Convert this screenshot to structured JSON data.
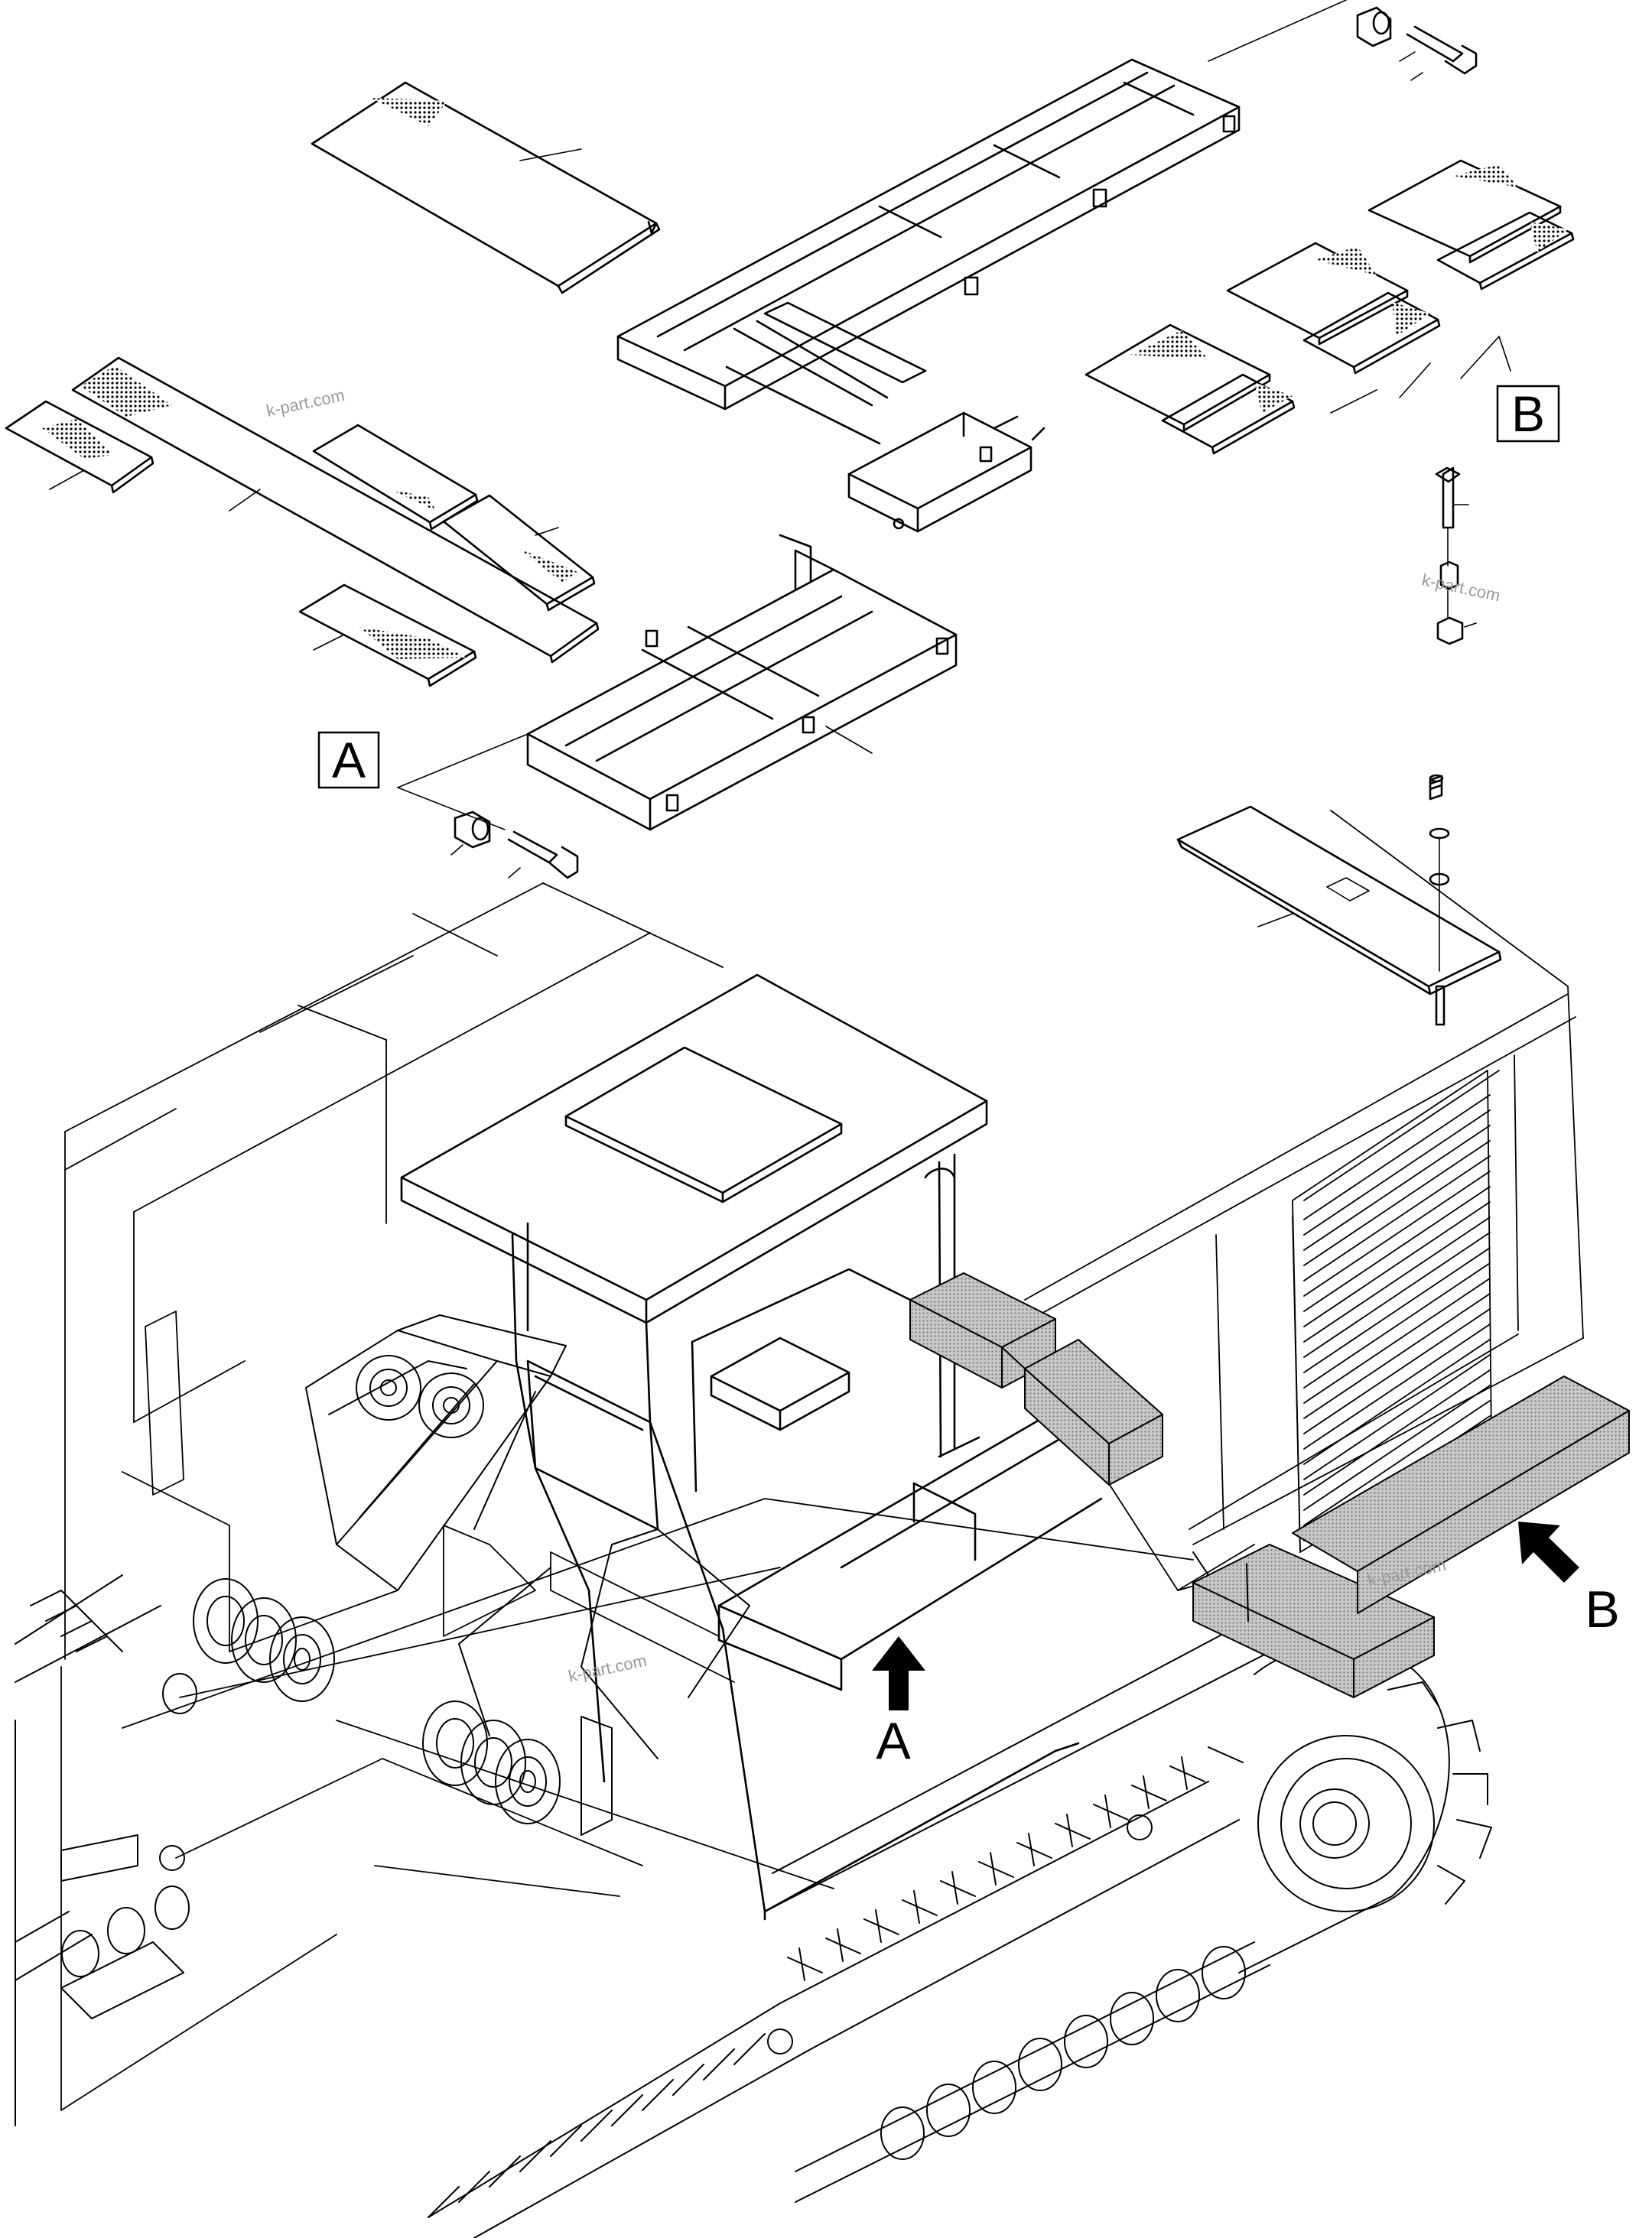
{
  "callouts": {
    "label_a": "A",
    "label_b": "B",
    "arrow_a_label": "A",
    "arrow_b_label": "B"
  },
  "watermarks": [
    "k-part.com",
    "k-part.com",
    "k-part.com",
    "k-part.com"
  ],
  "colors": {
    "line": "#000000",
    "background": "#ffffff",
    "shaded_step": "#b9b9b9",
    "watermark": "#9a9a9a"
  }
}
